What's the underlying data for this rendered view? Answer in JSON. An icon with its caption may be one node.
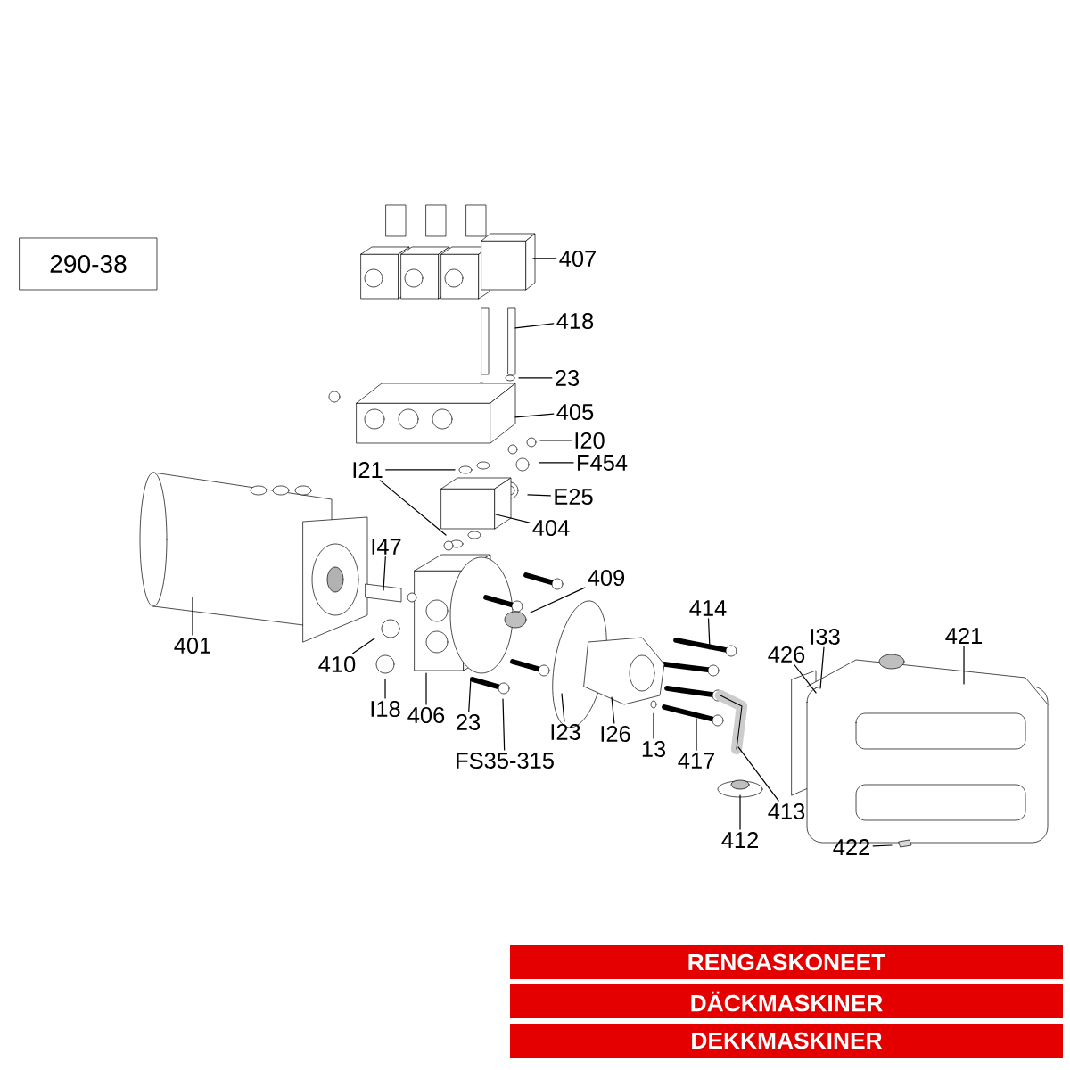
{
  "diagram": {
    "nodes": [
      {
        "text": [
          "290-38"
        ]
      },
      {
        "text": [
          "407"
        ]
      },
      {
        "text": [
          "418"
        ]
      },
      {
        "text": [
          "23"
        ]
      },
      {
        "text": [
          "405"
        ]
      },
      {
        "text": [
          "I20"
        ]
      },
      {
        "text": [
          "I21"
        ]
      },
      {
        "text": [
          "F454"
        ]
      },
      {
        "text": [
          "E25"
        ]
      },
      {
        "text": [
          "404"
        ]
      },
      {
        "text": [
          "I47"
        ]
      },
      {
        "text": [
          "409"
        ]
      },
      {
        "text": [
          "414"
        ]
      },
      {
        "text": [
          "I33"
        ]
      },
      {
        "text": [
          "421"
        ]
      },
      {
        "text": [
          "426"
        ]
      },
      {
        "text": [
          "401"
        ]
      },
      {
        "text": [
          "410"
        ]
      },
      {
        "text": [
          "I18"
        ]
      },
      {
        "text": [
          "406"
        ]
      },
      {
        "text": [
          "23"
        ]
      },
      {
        "text": [
          "FS35-315"
        ]
      },
      {
        "text": [
          "I23"
        ]
      },
      {
        "text": [
          "I26"
        ]
      },
      {
        "text": [
          "13"
        ]
      },
      {
        "text": [
          "417"
        ]
      },
      {
        "text": [
          "413"
        ]
      },
      {
        "text": [
          "412"
        ]
      },
      {
        "text": [
          "422"
        ]
      }
    ],
    "edges": [
      {
        "from": 1,
        "to": null,
        "arrow": "none"
      },
      {
        "from": 2,
        "to": null,
        "arrow": "none"
      },
      {
        "from": 3,
        "to": null,
        "arrow": "none"
      },
      {
        "from": 4,
        "to": null,
        "arrow": "none"
      },
      {
        "from": 5,
        "to": null,
        "arrow": "none"
      },
      {
        "from": 6,
        "to": null,
        "arrow": "none"
      },
      {
        "from": 6,
        "to": null,
        "arrow": "none"
      },
      {
        "from": 7,
        "to": null,
        "arrow": "none"
      },
      {
        "from": 8,
        "to": null,
        "arrow": "none"
      },
      {
        "from": 9,
        "to": null,
        "arrow": "none"
      },
      {
        "from": 10,
        "to": null,
        "arrow": "none"
      },
      {
        "from": 11,
        "to": null,
        "arrow": "none"
      },
      {
        "from": 12,
        "to": null,
        "arrow": "none"
      },
      {
        "from": 13,
        "to": null,
        "arrow": "none"
      },
      {
        "from": 14,
        "to": null,
        "arrow": "none"
      },
      {
        "from": 15,
        "to": null,
        "arrow": "none"
      },
      {
        "from": 16,
        "to": null,
        "arrow": "none"
      },
      {
        "from": 17,
        "to": null,
        "arrow": "none"
      },
      {
        "from": 18,
        "to": null,
        "arrow": "none"
      },
      {
        "from": 19,
        "to": null,
        "arrow": "none"
      },
      {
        "from": 20,
        "to": null,
        "arrow": "none"
      },
      {
        "from": 21,
        "to": null,
        "arrow": "none"
      },
      {
        "from": 22,
        "to": null,
        "arrow": "none"
      },
      {
        "from": 23,
        "to": null,
        "arrow": "none"
      },
      {
        "from": 24,
        "to": null,
        "arrow": "none"
      },
      {
        "from": 25,
        "to": null,
        "arrow": "none"
      },
      {
        "from": 26,
        "to": null,
        "arrow": "none"
      },
      {
        "from": 27,
        "to": null,
        "arrow": "none"
      },
      {
        "from": 28,
        "to": null,
        "arrow": "none"
      }
    ],
    "labels": [
      "RENGASKONEET",
      "DÄCKMASKINER",
      "DEKKMASKINER"
    ]
  }
}
